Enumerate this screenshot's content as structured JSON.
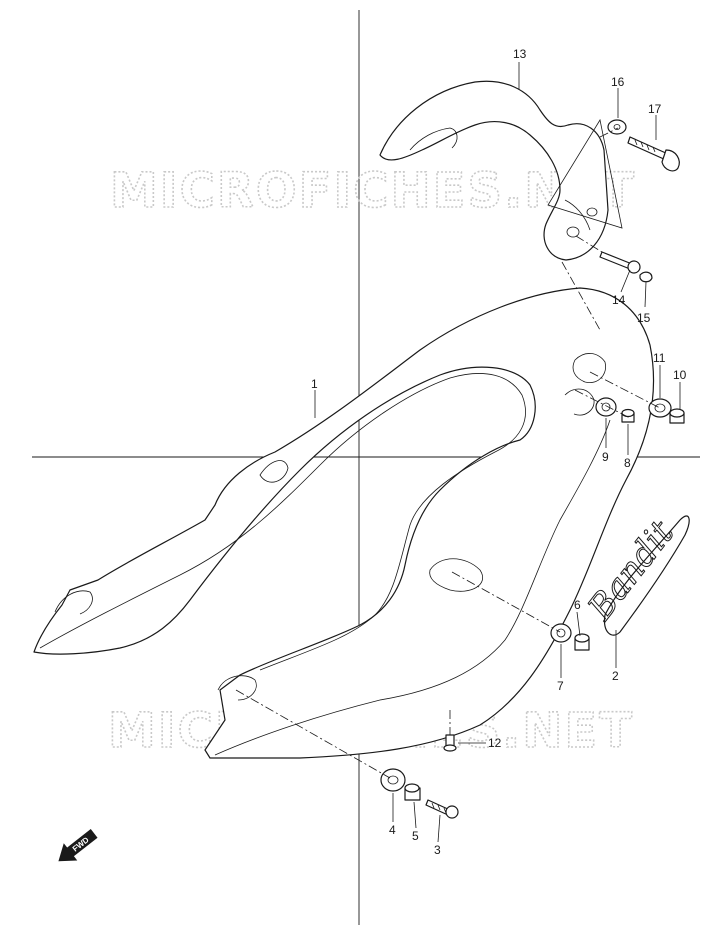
{
  "watermark": {
    "text": "MICROFICHES.NET",
    "color": "#c9c9c9"
  },
  "emblem": {
    "text": "Bandit"
  },
  "fwd_marker": {
    "label": "FWD"
  },
  "callouts": [
    {
      "id": "c1",
      "label": "1"
    },
    {
      "id": "c2",
      "label": "2"
    },
    {
      "id": "c3",
      "label": "3"
    },
    {
      "id": "c4",
      "label": "4"
    },
    {
      "id": "c5",
      "label": "5"
    },
    {
      "id": "c6",
      "label": "6"
    },
    {
      "id": "c7",
      "label": "7"
    },
    {
      "id": "c8",
      "label": "8"
    },
    {
      "id": "c9",
      "label": "9"
    },
    {
      "id": "c10",
      "label": "10"
    },
    {
      "id": "c11",
      "label": "11"
    },
    {
      "id": "c12",
      "label": "12"
    },
    {
      "id": "c13",
      "label": "13"
    },
    {
      "id": "c14",
      "label": "14"
    },
    {
      "id": "c15",
      "label": "15"
    },
    {
      "id": "c16",
      "label": "16"
    },
    {
      "id": "c17",
      "label": "17"
    }
  ]
}
